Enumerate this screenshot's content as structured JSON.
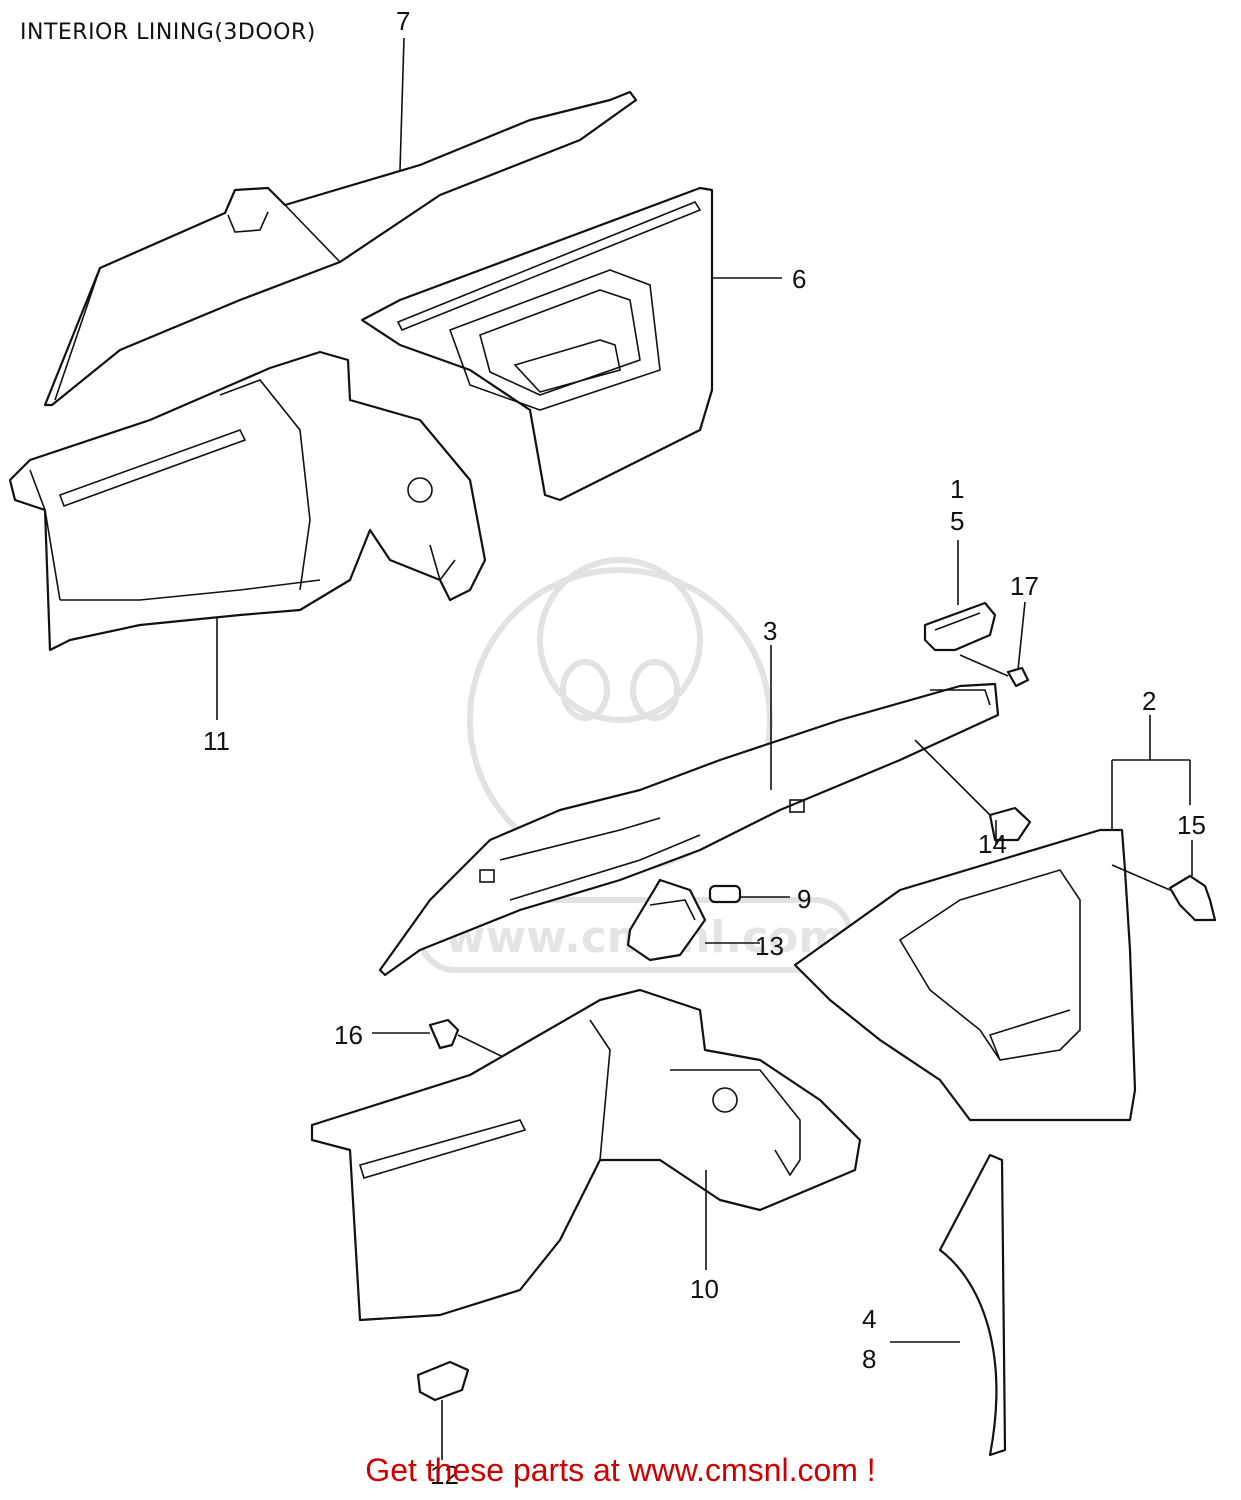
{
  "title": "INTERIOR LINING(3DOOR)",
  "callouts": {
    "c1": "1",
    "c2": "2",
    "c3": "3",
    "c4": "4",
    "c5": "5",
    "c6": "6",
    "c7": "7",
    "c8": "8",
    "c9": "9",
    "c10": "10",
    "c11": "11",
    "c12": "12",
    "c13": "13",
    "c14": "14",
    "c15": "15",
    "c16": "16",
    "c17": "17"
  },
  "watermark": "www.cmsnl.com",
  "footer": "Get these parts at www.cmsnl.com !"
}
